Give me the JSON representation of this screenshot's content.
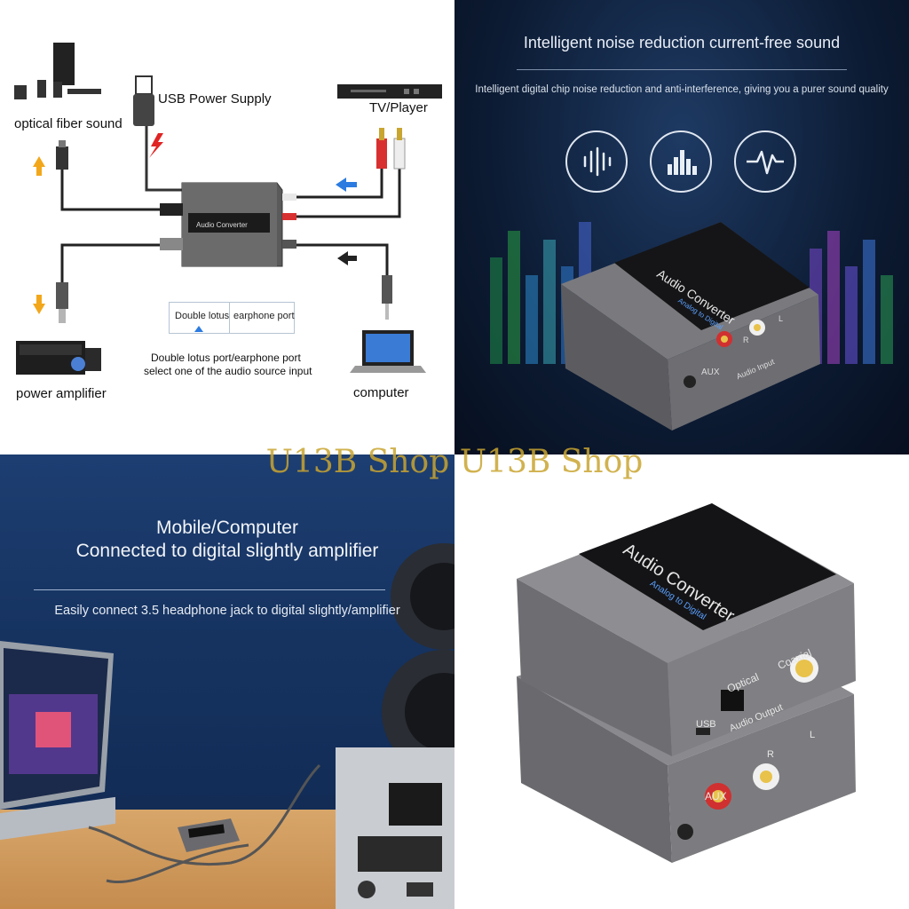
{
  "diagram": {
    "usb_power": "USB Power Supply",
    "optical_fiber": "optical fiber sound",
    "tv_player": "TV/Player",
    "power_amplifier": "power amplifier",
    "computer": "computer",
    "double_lotus": "Double lotus",
    "earphone_port": "earphone port",
    "note_line1": "Double lotus port/earphone port",
    "note_line2": "select one of the audio source input",
    "converter_label": "Audio Converter"
  },
  "noise_panel": {
    "title": "Intelligent noise reduction current-free sound",
    "subtitle": "Intelligent digital chip noise reduction and anti-interference, giving you a purer sound quality",
    "icons": [
      "sound-wave-icon",
      "equalizer-icon",
      "pulse-icon"
    ]
  },
  "mobile_panel": {
    "title_line1": "Mobile/Computer",
    "title_line2": "Connected to digital slightly amplifier",
    "subtitle": "Easily connect 3.5 headphone jack to digital slightly/amplifier"
  },
  "device": {
    "name": "Audio Converter",
    "subtitle": "Analog to Digital",
    "aux": "AUX",
    "audio_input": "Audio Input",
    "audio_output": "Audio Output",
    "optical": "Optical",
    "coaxial": "Coaxial",
    "usb": "USB",
    "r": "R",
    "l": "L"
  },
  "watermark": "U13B Shop U13B Shop",
  "colors": {
    "accent_arrow_orange": "#f2a71b",
    "accent_arrow_blue": "#2b7be0",
    "red_bolt": "#e02424",
    "watermark": "#c9a531"
  }
}
